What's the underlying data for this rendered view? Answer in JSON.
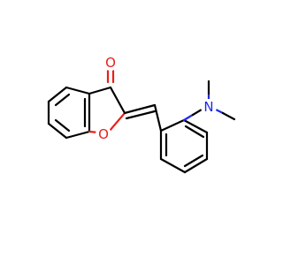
{
  "molecule": {
    "atoms": {
      "carbonyl_oxygen": {
        "label": "O",
        "color": "#e8201b"
      },
      "ring_oxygen": {
        "label": "O",
        "color": "#e8201b"
      },
      "amine_nitrogen": {
        "label": "N",
        "color": "#1f28e6"
      }
    },
    "colors": {
      "bond": "#000000",
      "oxygen": "#e8201b",
      "nitrogen": "#1f28e6",
      "background": "#ffffff"
    }
  }
}
